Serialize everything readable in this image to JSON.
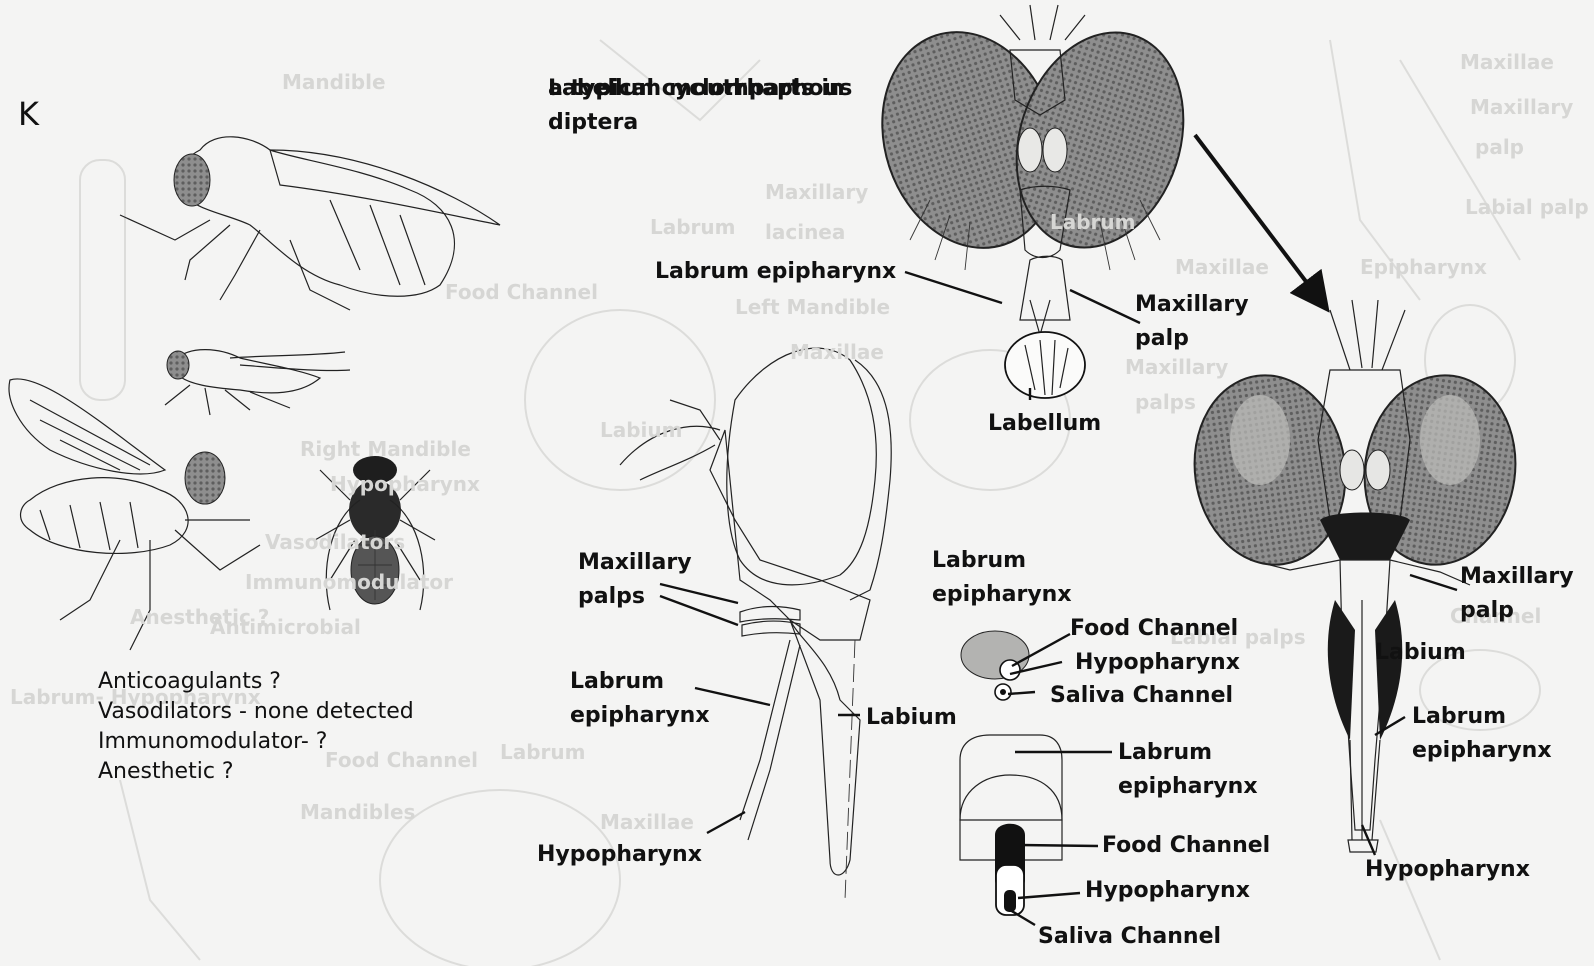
{
  "panel_letter": "K",
  "title_lines": [
    "Labellum mouthparts in",
    "a typical cyclorrhaphous",
    "diptera"
  ],
  "notes": [
    "Anticoagulants ?",
    "Vasodilators - none detected",
    "Immunomodulator- ?",
    "Anesthetic ?"
  ],
  "labels": {
    "labrum_epipharynx_top": "Labrum epipharynx",
    "maxillary_palp_top": [
      "Maxillary",
      "palp"
    ],
    "labellum": "Labellum",
    "maxillary_palps_side": [
      "Maxillary",
      "palps"
    ],
    "labrum_epipharynx_side": [
      "Labrum",
      "epipharynx"
    ],
    "labium_side": "Labium",
    "hypopharynx_side": "Hypopharynx",
    "cs1_labrum_epipharynx": [
      "Labrum",
      "epipharynx"
    ],
    "cs1_food_channel": "Food Channel",
    "cs1_hypopharynx": "Hypopharynx",
    "cs1_saliva_channel": "Saliva Channel",
    "cs2_labrum_epipharynx": [
      "Labrum",
      "epipharynx"
    ],
    "cs2_food_channel": "Food Channel",
    "cs2_hypopharynx": "Hypopharynx",
    "cs2_saliva_channel": "Saliva Channel",
    "maxillary_palp_right": [
      "Maxillary",
      "palp"
    ],
    "labium_right": "Labium",
    "labrum_epipharynx_right": [
      "Labrum",
      "epipharynx"
    ],
    "hypopharynx_right": "Hypopharynx"
  },
  "background_ghost_text": [
    "Mandible",
    "Labrum",
    "Food Channel",
    "Left Mandible",
    "Maxillae",
    "Labium",
    "Right Mandible",
    "Hypopharynx",
    "Maxillary",
    "palps",
    "Maxillae",
    "Maxillary",
    "palp",
    "Labial palp",
    "Epipharynx",
    "Maxillary",
    "lacinea",
    "Labrum",
    "Food Channel",
    "Mandibles",
    "Maxillae",
    "Labrum- Hypopharynx",
    "Antimicrobial",
    "Vasodilators",
    "Immunomodulator",
    "Anesthetic ?",
    "Labrum",
    "Maxillae",
    "Labial palps",
    "Channel"
  ]
}
